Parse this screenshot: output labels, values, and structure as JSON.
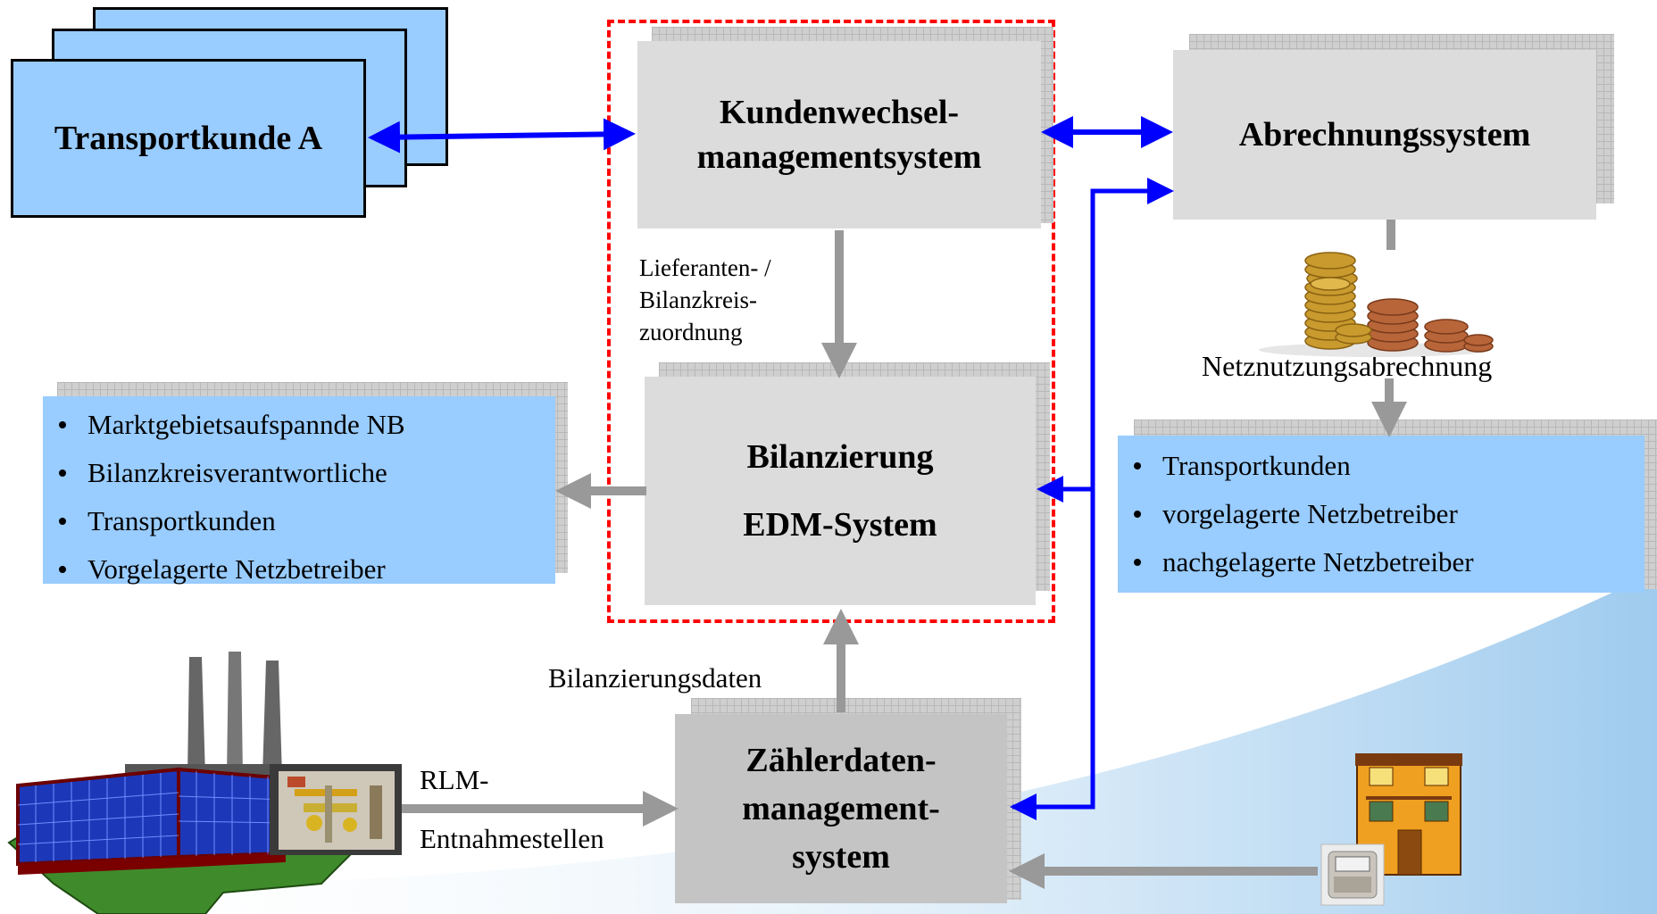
{
  "transport_customer": {
    "label": "Transportkunde A"
  },
  "kwm": {
    "line1": "Kundenwechsel-",
    "line2": "managementsystem"
  },
  "billing": {
    "label": "Abrechnungssystem"
  },
  "balancing": {
    "line1": "Bilanzierung",
    "line2": "EDM-System"
  },
  "meter_data": {
    "line1": "Zählerdaten-",
    "line2": "management-",
    "line3": "system"
  },
  "assignment_note": {
    "line1": "Lieferanten- /",
    "line2": "Bilanzkreis-",
    "line3": "zuordnung"
  },
  "network_usage_billing": {
    "label": "Netznutzungsabrechnung"
  },
  "left_recipients": {
    "items": [
      "Marktgebietsaufspannde NB",
      "Bilanzkreisverantwortliche",
      "Transportkunden",
      "Vorgelagerte Netzbetreiber"
    ]
  },
  "right_recipients": {
    "items": [
      "Transportkunden",
      "vorgelagerte Netzbetreiber",
      "nachgelagerte Netzbetreiber"
    ]
  },
  "balancing_data_label": "Bilanzierungsdaten",
  "rlm": {
    "line1": "RLM-",
    "line2": "Entnahmestellen"
  },
  "colors": {
    "blue_arrow": "#0000ff",
    "grey_arrow": "#999999",
    "dashed_border": "#ff0000",
    "card_blue": "#99ccff",
    "box_grey": "#dcdcdc"
  }
}
